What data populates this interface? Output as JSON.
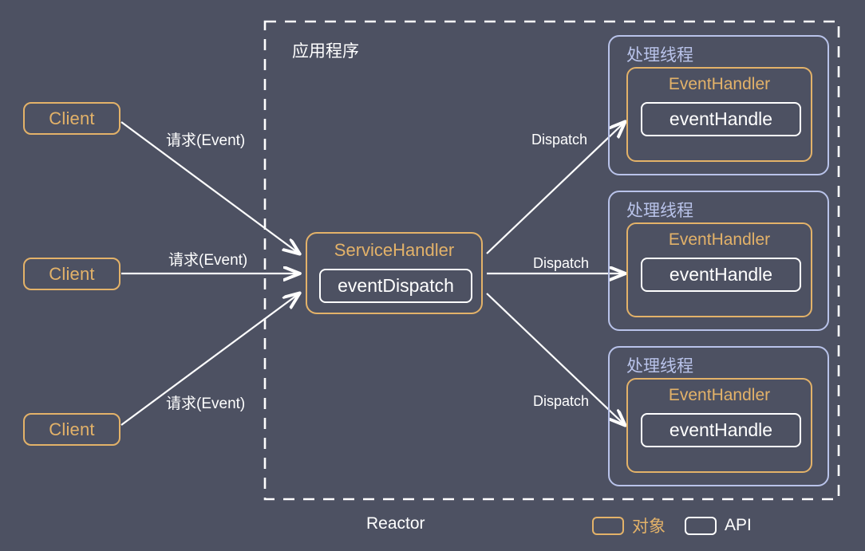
{
  "diagram": {
    "background_color": "#4d5162",
    "object_color": "#e3b269",
    "api_color": "#ffffff",
    "thread_color": "#b9c3ea",
    "boundary_label": "应用程序",
    "caption": "Reactor"
  },
  "clients": [
    {
      "label": "Client"
    },
    {
      "label": "Client"
    },
    {
      "label": "Client"
    }
  ],
  "request_labels": [
    {
      "text": "请求(Event)"
    },
    {
      "text": "请求(Event)"
    },
    {
      "text": "请求(Event)"
    }
  ],
  "service_handler": {
    "title": "ServiceHandler",
    "api": "eventDispatch"
  },
  "dispatch_labels": [
    {
      "text": "Dispatch"
    },
    {
      "text": "Dispatch"
    },
    {
      "text": "Dispatch"
    }
  ],
  "threads": [
    {
      "title": "处理线程",
      "handler_title": "EventHandler",
      "api": "eventHandle"
    },
    {
      "title": "处理线程",
      "handler_title": "EventHandler",
      "api": "eventHandle"
    },
    {
      "title": "处理线程",
      "handler_title": "EventHandler",
      "api": "eventHandle"
    }
  ],
  "legend": {
    "object_label": "对象",
    "api_label": "API"
  }
}
